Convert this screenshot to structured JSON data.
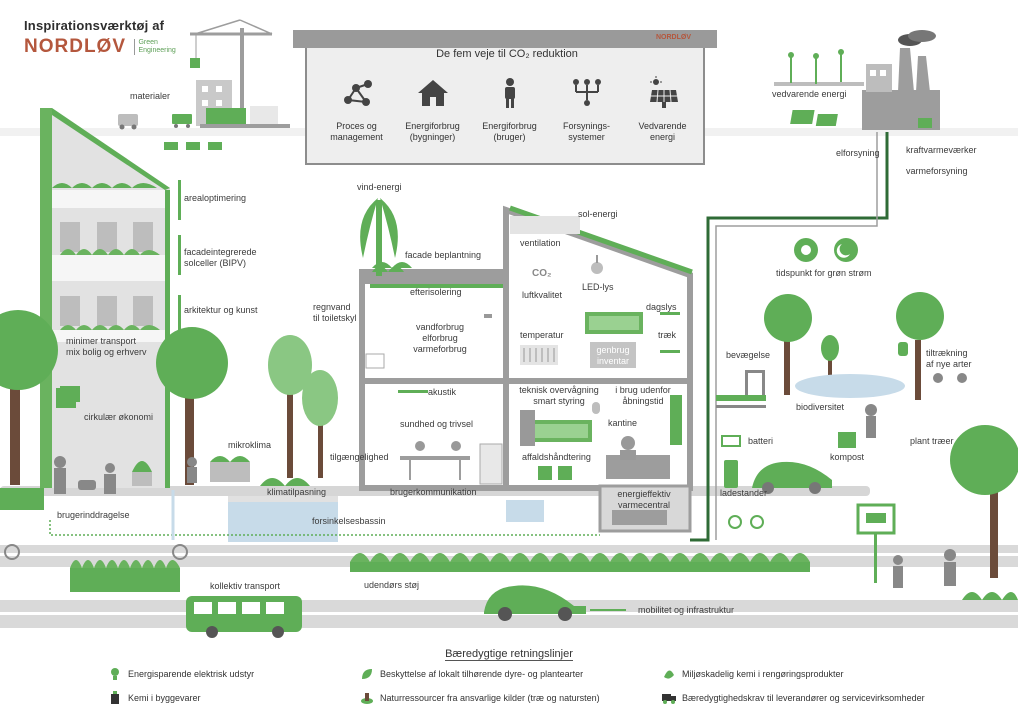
{
  "brand": {
    "title": "Inspirationsværktøj af",
    "name": "NORDLØV",
    "tagline_1": "Green",
    "tagline_2": "Engineering",
    "sign_logo": "NORDLØV"
  },
  "sign": {
    "title": "De fem veje til CO₂ reduktion",
    "ways": [
      {
        "label_1": "Proces og",
        "label_2": "management",
        "icon": "network-icon"
      },
      {
        "label_1": "Energiforbrug",
        "label_2": "(bygninger)",
        "icon": "house-icon"
      },
      {
        "label_1": "Energiforbrug",
        "label_2": "(bruger)",
        "icon": "person-icon"
      },
      {
        "label_1": "Forsynings-",
        "label_2": "systemer",
        "icon": "grid-icon"
      },
      {
        "label_1": "Vedvarende",
        "label_2": "energi",
        "icon": "solar-panel-icon"
      }
    ]
  },
  "labels": {
    "materialer": "materialer",
    "arealoptimering": "arealoptimering",
    "facade_1": "facadeintegrerede",
    "facade_2": "solceller (BIPV)",
    "arkitektur": "arkitektur og kunst",
    "transport_1": "minimer transport",
    "transport_2": "mix bolig og erhverv",
    "cirkulaer": "cirkulær økonomi",
    "mikroklima": "mikroklima",
    "brugerinddragelse": "brugerinddragelse",
    "klimatilpasning": "klimatilpasning",
    "forsinkelsesbassin": "forsinkelsesbassin",
    "kollektiv": "kollektiv transport",
    "udendors": "udendørs støj",
    "mobilitet": "mobilitet og infrastruktur",
    "vind": "vind-energi",
    "facade_beplantning": "facade beplantning",
    "efterisolering": "efterisolering",
    "regnvand_1": "regnvand",
    "regnvand_2": "til toiletskyl",
    "vand_1": "vandforbrug",
    "vand_2": "elforbrug",
    "vand_3": "varmeforbrug",
    "akustik": "akustik",
    "sundhed": "sundhed og trivsel",
    "tilgaengelighed": "tilgængelighed",
    "brugerkommunikation": "brugerkommunikation",
    "sol": "sol-energi",
    "ventilation": "ventilation",
    "luftkvalitet": "luftkvalitet",
    "led": "LED-lys",
    "dagslys": "dagslys",
    "temperatur": "temperatur",
    "traek": "træk",
    "genbrug_1": "genbrug",
    "genbrug_2": "inventar",
    "teknisk_1": "teknisk overvågning",
    "teknisk_2": "smart styring",
    "brug_1": "i brug udenfor",
    "brug_2": "åbningstid",
    "kantine": "kantine",
    "affald": "affaldshåndtering",
    "energieffektiv_1": "energieffektiv",
    "energieffektiv_2": "varmecentral",
    "vedvarende": "vedvarende energi",
    "elforsyning": "elforsyning",
    "kraftvarme": "kraftvarmeværker",
    "varmeforsyning": "varmeforsyning",
    "tidspunkt": "tidspunkt for grøn strøm",
    "bevaegelse": "bevægelse",
    "tiltraekning_1": "tiltrækning",
    "tiltraekning_2": "af nye arter",
    "biodiversitet": "biodiversitet",
    "batteri": "batteri",
    "kompost": "kompost",
    "plant": "plant træer",
    "ladestander": "ladestander",
    "co2_badge": "CO₂"
  },
  "guidelines": {
    "title": "Bæredygtige retningslinjer",
    "items": [
      {
        "label": "Energisparende elektrisk udstyr",
        "icon": "bulb-icon"
      },
      {
        "label": "Kemi i byggevarer",
        "icon": "paint-bucket-icon"
      },
      {
        "label": "Beskyttelse af lokalt tilhørende dyre- og plantearter",
        "icon": "leaf-icon"
      },
      {
        "label": "Naturressourcer fra ansvarlige kilder (træ og natursten)",
        "icon": "tree-stump-icon"
      },
      {
        "label": "Miljøskadelig kemi i rengøringsprodukter",
        "icon": "spray-icon"
      },
      {
        "label": "Bæredygtighedskrav til leverandører og servicevirksomheder",
        "icon": "truck-icon"
      }
    ]
  },
  "colors": {
    "green": "#5fae57",
    "dark_green": "#2f6b36",
    "grey": "#8d8d8d",
    "light_grey": "#d9d9d9",
    "trunk": "#6b4b3a",
    "brand": "#b4573d"
  }
}
